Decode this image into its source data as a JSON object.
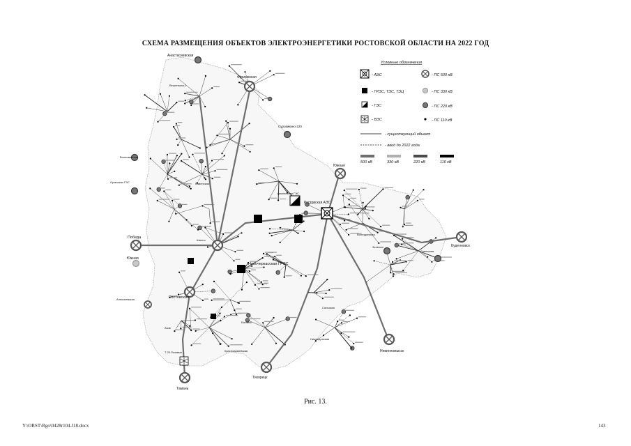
{
  "title": "СХЕМА РАЗМЕЩЕНИЯ ОБЪЕКТОВ ЭЛЕКТРОЭНЕРГЕТИКИ РОСТОВСКОЙ ОБЛАСТИ НА 2022 ГОД",
  "caption": "Рис. 13.",
  "footer": {
    "path": "Y:\\ORST\\Rgo\\0428r104.J18.docx",
    "page": "143"
  },
  "legend": {
    "heading": "Условные обозначения",
    "items": {
      "npp": "- АЭС",
      "thermal": "- ГРЭС, ТЭС, ТЭЦ",
      "hydro": "- ГЭС",
      "wind": "- ВЭС",
      "ps500": "- ПС 500 кВ",
      "ps330": "- ПС 330 кВ",
      "ps220": "- ПС 220 кВ",
      "ps110": "- ПС 110 кВ",
      "existing": "- существующий объект",
      "planned": "- ввод до 2022 года"
    },
    "voltages": [
      "500 кВ",
      "330 кВ",
      "220 кВ",
      "110 кВ"
    ],
    "voltage_colors": [
      "#6e6e6e",
      "#b0b0b0",
      "#4a4a4a",
      "#000000"
    ]
  },
  "places": {
    "anastasievskaya": "Анастасиевская",
    "frolovskaya": "Фроловская",
    "surovikino": "Суровикино-220",
    "volnovakha": "Волновахская",
    "luganskaya": "Луганская ГЭС",
    "pobeda": "Победа",
    "yuzhnaya_left": "Южная",
    "alekseevka": "Алексеевская",
    "yuzhnaya_top": "Южная",
    "rostov_npp": "Ростовская АЭС",
    "budennovsk": "Буденновск",
    "nevinnomyssk": "Невинномысск",
    "tikhoretsk": "Тихорецк",
    "taman": "Тамань",
    "novocherkassk": "Новочеркасская ГРЭС",
    "rostovskaya": "Ростовская",
    "shakhty": "Шахты",
    "volgodonsk": "Волгодонская",
    "zelenaya": "Зеленая",
    "salsk": "Сальская",
    "kamensk": "Каменская",
    "tsimlyansk": "Цимлянская ГЭС",
    "vyoshenskaya": "Вешенская-2",
    "krasnodar": "Красноармейская",
    "nizhny": "Нижнедонская",
    "bataysk": "Батайск",
    "azov": "Азов",
    "t20": "Т-20 Розовые",
    "sovet": "Советская"
  }
}
